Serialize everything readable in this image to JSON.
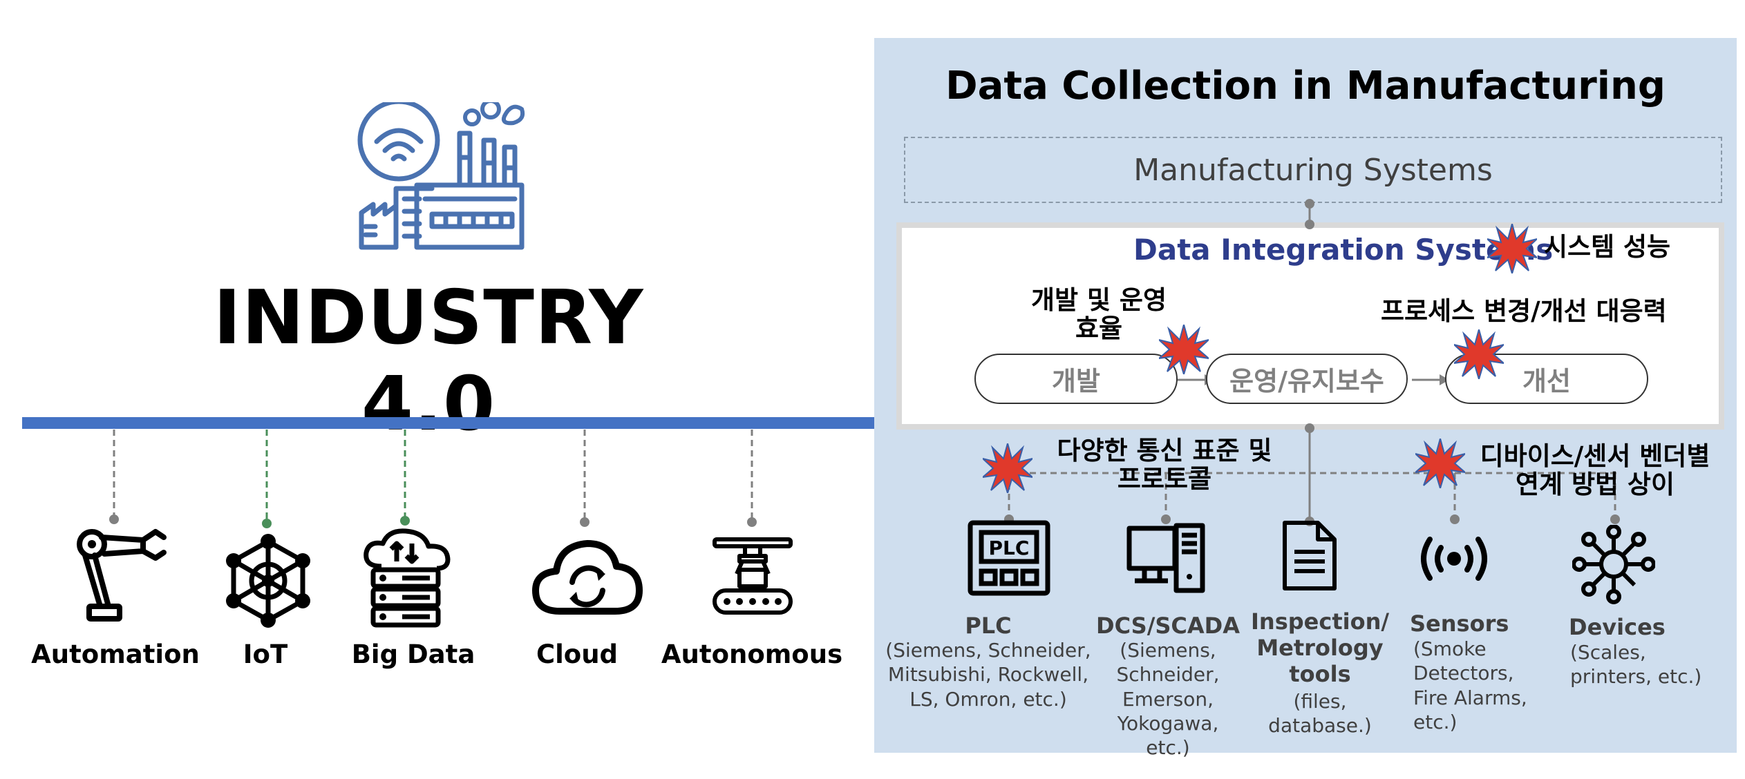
{
  "left": {
    "title": "INDUSTRY 4.0",
    "technologies": [
      {
        "label": "Automation",
        "icon": "robot-arm-icon"
      },
      {
        "label": "IoT",
        "icon": "iot-network-icon"
      },
      {
        "label": "Big Data",
        "icon": "big-data-server-icon"
      },
      {
        "label": "Cloud",
        "icon": "cloud-sync-icon"
      },
      {
        "label": "Autonomous",
        "icon": "autonomous-conveyor-icon"
      }
    ],
    "colors": {
      "bar": "#4472c4",
      "factory_icon": "#4a72b0",
      "connector_green": "#4a8f5a",
      "connector_gray": "#808080"
    }
  },
  "right": {
    "title": "Data Collection in Manufacturing",
    "manufacturing_systems": "Manufacturing Systems",
    "integration_title": "Data Integration Systems",
    "notes": {
      "system_performance": "시스템 성능",
      "dev_ops_line1": "개발 및 운영",
      "dev_ops_line2": "효율",
      "process_change": "프로세스 변경/개선 대응력",
      "protocols_line1": "다양한 통신 표준 및",
      "protocols_line2": "프로토콜",
      "vendor_line1": "디바이스/센서 벤더별",
      "vendor_line2": "연계 방법 상이"
    },
    "stages": [
      "개발",
      "운영/유지보수",
      "개선"
    ],
    "sources": [
      {
        "title": "PLC",
        "desc": [
          "(Siemens, Schneider,",
          "Mitsubishi, Rockwell,",
          "LS, Omron, etc.)"
        ],
        "icon": "plc-icon"
      },
      {
        "title": "DCS/SCADA",
        "desc": [
          "(Siemens,",
          "Schneider,",
          "Emerson,",
          "Yokogawa, etc.)"
        ],
        "icon": "computer-icon"
      },
      {
        "title_lines": [
          "Inspection/",
          "Metrology",
          "tools"
        ],
        "desc": [
          "(files,",
          "database.)"
        ],
        "icon": "document-icon"
      },
      {
        "title": "Sensors",
        "desc": [
          "(Smoke",
          "Detectors,",
          "Fire Alarms,",
          "etc.)"
        ],
        "icon": "sensor-icon"
      },
      {
        "title": "Devices",
        "desc": [
          "(Scales,",
          "printers, etc.)"
        ],
        "icon": "device-hub-icon"
      }
    ],
    "colors": {
      "panel": "#cfdeee",
      "integration_title": "#2e3d8c",
      "burst": "#e0392b"
    }
  }
}
